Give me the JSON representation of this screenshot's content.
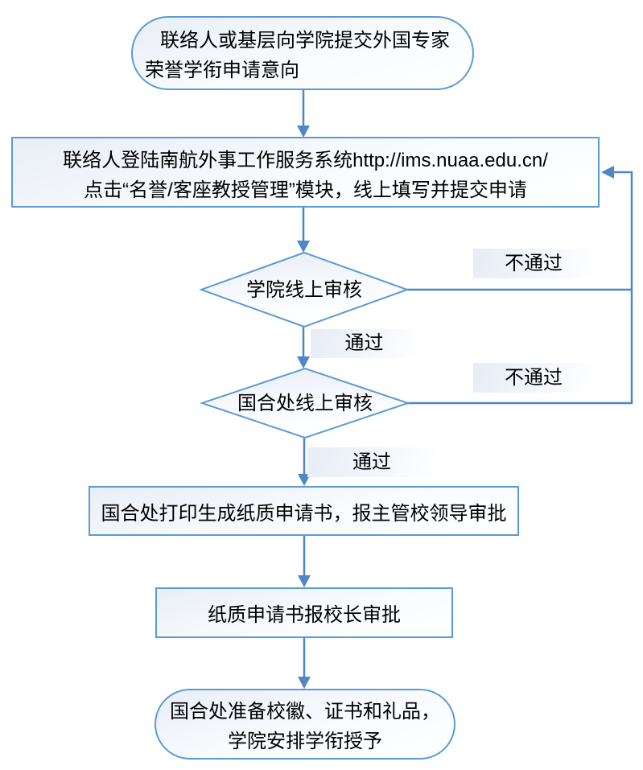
{
  "nodes": {
    "start": {
      "line1": "联络人或基层向学院提交外国专家",
      "line2": "荣誉学衔申请意向"
    },
    "submit": {
      "line1": "联络人登陆南航外事工作服务系统http://ims.nuaa.edu.cn/",
      "line2": "点击“名誉/客座教授管理”模块，线上填写并提交申请"
    },
    "college_review": {
      "label": "学院线上审核"
    },
    "office_review": {
      "label": "国合处线上审核"
    },
    "print_approval": {
      "label": "国合处打印生成纸质申请书，报主管校领导审批"
    },
    "president_approval": {
      "label": "纸质申请书报校长审批"
    },
    "finish": {
      "line1": "国合处准备校徽、证书和礼品，",
      "line2": "学院安排学衔授予"
    }
  },
  "edge_labels": {
    "college_fail": "不通过",
    "college_pass": "通过",
    "office_fail": "不通过",
    "office_pass": "通过"
  },
  "colors": {
    "connector": "#4f86c5",
    "shape_border": "#5b9bd5",
    "shape_fill_top": "#e9eef6",
    "label_background": "#e7ecf5",
    "text": "#000000"
  }
}
